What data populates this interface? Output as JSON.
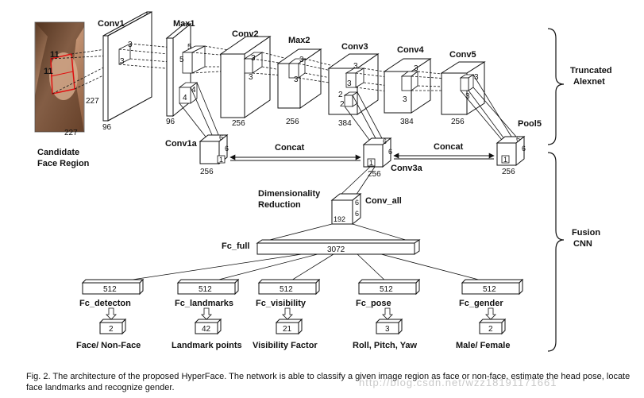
{
  "input": {
    "label_line1": "Candidate",
    "label_line2": "Face Region",
    "width": "227",
    "height": "227",
    "crop_w": "11",
    "crop_h": "11"
  },
  "alexnet": {
    "conv1": {
      "name": "Conv1",
      "kernel": "3",
      "depth": "96"
    },
    "max1": {
      "name": "Max1",
      "kernel": "5",
      "kernel2": "4",
      "depth": "96"
    },
    "conv2": {
      "name": "Conv2",
      "kernel": "3",
      "depth": "256"
    },
    "max2": {
      "name": "Max2",
      "kernel": "3",
      "depth": "256"
    },
    "conv3": {
      "name": "Conv3",
      "kernel": "3",
      "kernel2": "2",
      "depth": "384"
    },
    "conv4": {
      "name": "Conv4",
      "kernel": "3",
      "depth": "384"
    },
    "conv5": {
      "name": "Conv5",
      "kernel": "3",
      "depth": "256"
    }
  },
  "fusion": {
    "conv1a": {
      "name": "Conv1a",
      "k1": "6",
      "k2": "6",
      "k3": "1",
      "depth": "256"
    },
    "conv3a": {
      "name": "Conv3a",
      "k1": "6",
      "k2": "6",
      "k3": "1",
      "depth": "256"
    },
    "pool5": {
      "name": "Pool5",
      "k1": "6",
      "k2": "6",
      "k3": "1",
      "depth": "256"
    },
    "concat1": "Concat",
    "concat2": "Concat",
    "dimred_line1": "Dimensionality",
    "dimred_line2": "Reduction",
    "conv_all": {
      "name": "Conv_all",
      "k1": "6",
      "k2": "6",
      "depth": "192"
    },
    "fc_full": {
      "name": "Fc_full",
      "size": "3072"
    }
  },
  "branches": [
    {
      "name": "Fc_detecton",
      "size": "512",
      "out": "2",
      "task": "Face/ Non-Face"
    },
    {
      "name": "Fc_landmarks",
      "size": "512",
      "out": "42",
      "task": "Landmark points"
    },
    {
      "name": "Fc_visibility",
      "size": "512",
      "out": "21",
      "task": "Visibility Factor"
    },
    {
      "name": "Fc_pose",
      "size": "512",
      "out": "3",
      "task": "Roll, Pitch, Yaw"
    },
    {
      "name": "Fc_gender",
      "size": "512",
      "out": "2",
      "task": "Male/ Female"
    }
  ],
  "brackets": {
    "truncated_line1": "Truncated",
    "truncated_line2": "Alexnet",
    "fusion_line1": "Fusion",
    "fusion_line2": "CNN"
  },
  "caption": "Fig. 2. The architecture of the proposed HyperFace. The network is able to classify a given image region as face or non-face, estimate the head pose, locate face landmarks and recognize gender.",
  "watermark": "http://blog.csdn.net/wzz18191171661"
}
